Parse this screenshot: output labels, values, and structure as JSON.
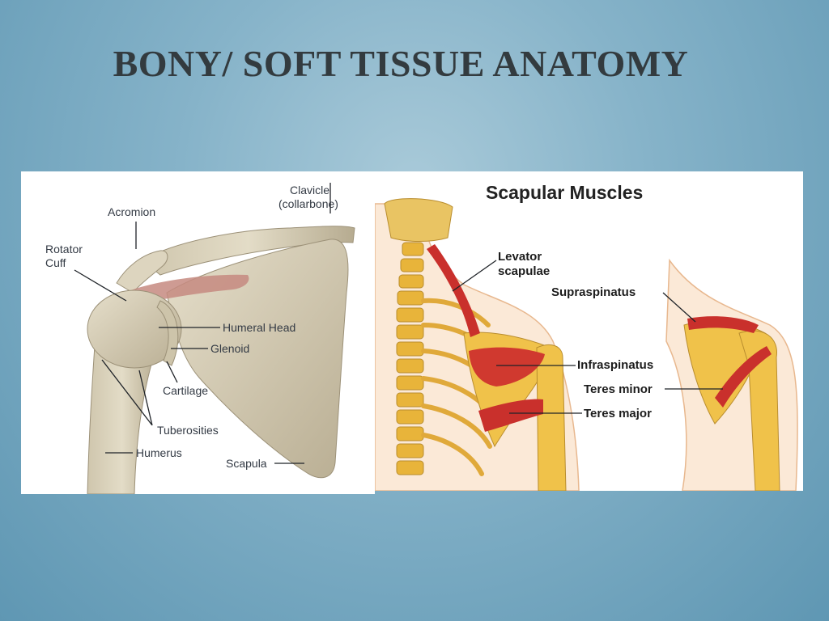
{
  "slide": {
    "title": "BONY/ SOFT TISSUE ANATOMY"
  },
  "left_figure": {
    "labels": {
      "clavicle_1": "Clavicle",
      "clavicle_2": "(collarbone)",
      "acromion": "Acromion",
      "rotator_1": "Rotator",
      "rotator_2": "Cuff",
      "humeral_head": "Humeral Head",
      "glenoid": "Glenoid",
      "cartilage": "Cartilage",
      "tuberosities": "Tuberosities",
      "humerus": "Humerus",
      "scapula": "Scapula"
    }
  },
  "right_figure": {
    "title": "Scapular Muscles",
    "labels": {
      "levator_1": "Levator",
      "levator_2": "scapulae",
      "supraspinatus": "Supraspinatus",
      "infraspinatus": "Infraspinatus",
      "teres_minor": "Teres minor",
      "teres_major": "Teres major"
    }
  },
  "colors": {
    "background": "#86b3c9",
    "bone": "#d9d2bd",
    "muscle": "#c9302c",
    "vertebra": "#e8b43a"
  }
}
